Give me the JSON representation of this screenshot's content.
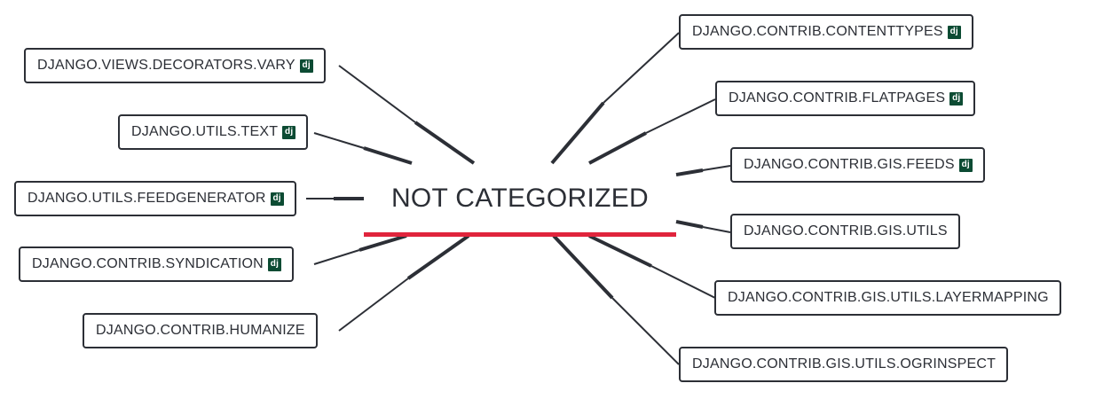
{
  "center_topic": "NOT CATEGORIZED",
  "colors": {
    "line": "#2c2f36",
    "underline": "#e0243c",
    "badge": "#0c4b33"
  },
  "badge_text": "dj",
  "left_nodes": [
    {
      "label": "DJANGO.VIEWS.DECORATORS.VARY",
      "badge": true
    },
    {
      "label": "DJANGO.UTILS.TEXT",
      "badge": true
    },
    {
      "label": "DJANGO.UTILS.FEEDGENERATOR",
      "badge": true
    },
    {
      "label": "DJANGO.CONTRIB.SYNDICATION",
      "badge": true
    },
    {
      "label": "DJANGO.CONTRIB.HUMANIZE",
      "badge": false
    }
  ],
  "right_nodes": [
    {
      "label": "DJANGO.CONTRIB.CONTENTTYPES",
      "badge": true
    },
    {
      "label": "DJANGO.CONTRIB.FLATPAGES",
      "badge": true
    },
    {
      "label": "DJANGO.CONTRIB.GIS.FEEDS",
      "badge": true
    },
    {
      "label": "DJANGO.CONTRIB.GIS.UTILS",
      "badge": false
    },
    {
      "label": "DJANGO.CONTRIB.GIS.UTILS.LAYERMAPPING",
      "badge": false
    },
    {
      "label": "DJANGO.CONTRIB.GIS.UTILS.OGRINSPECT",
      "badge": false
    }
  ]
}
